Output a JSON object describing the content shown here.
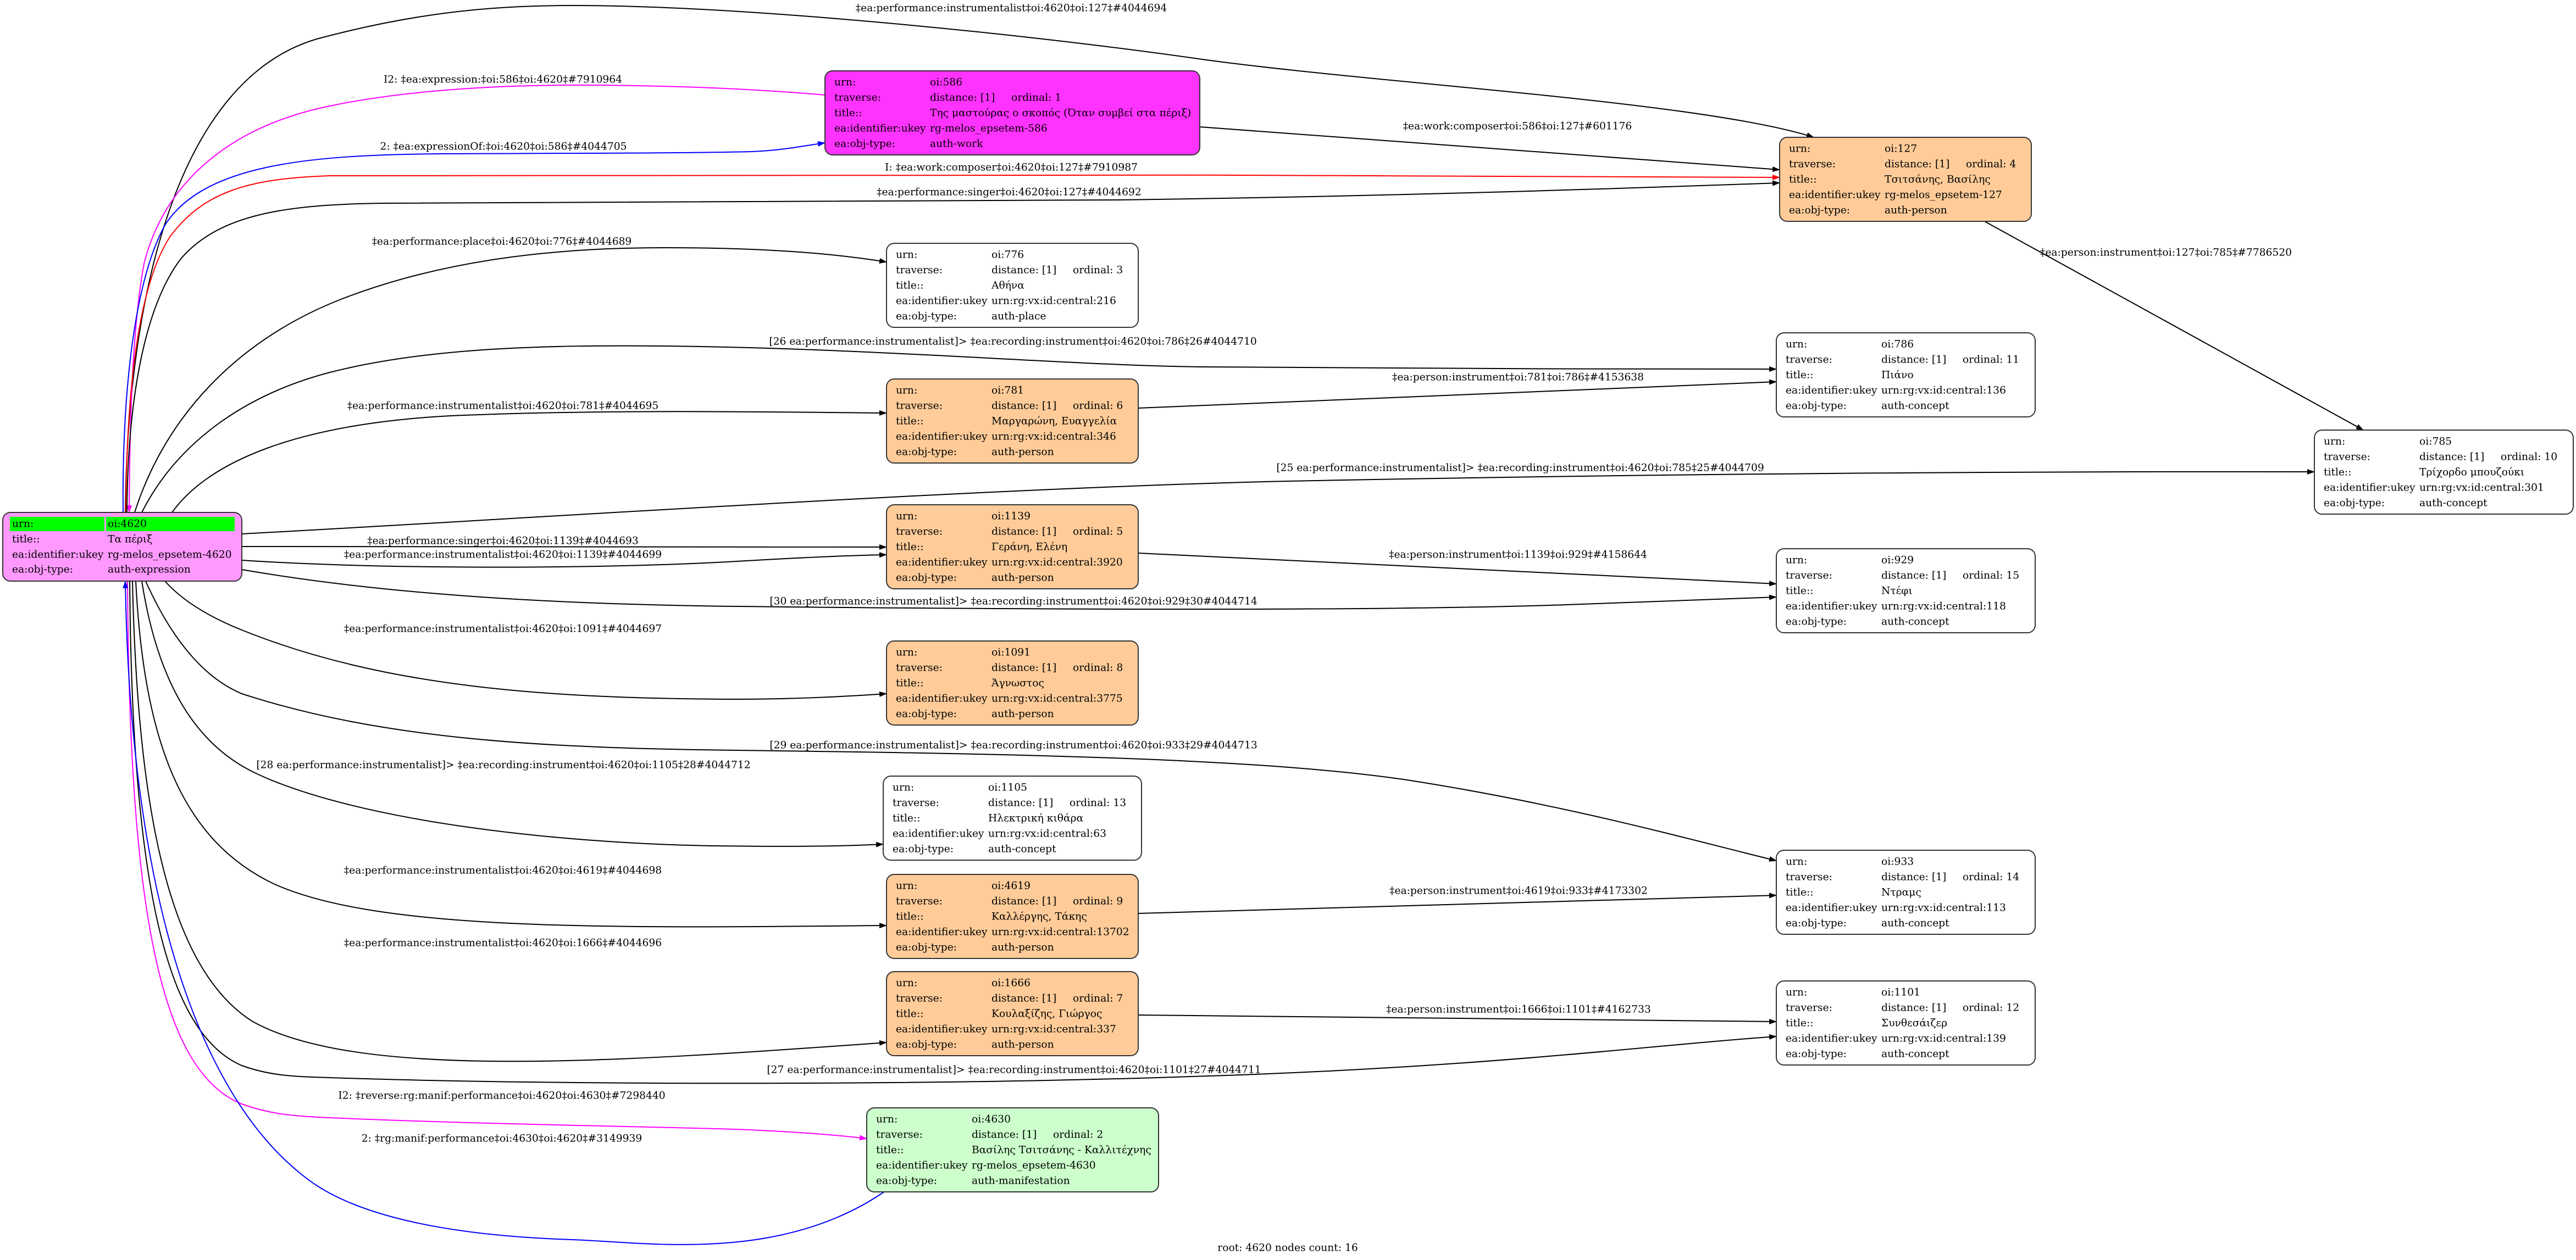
{
  "footer": "root: 4620 nodes count: 16",
  "labels": {
    "urn": "urn:",
    "traverse": "traverse:",
    "title": "title::",
    "ukey": "ea:identifier:ukey",
    "obj_type": "ea:obj-type:"
  },
  "colors": {
    "root_expression": "#ff99ff",
    "root_header_highlight": "#00ff00",
    "work": "#ff33ff",
    "person": "#ffcc99",
    "manifestation": "#ccffcc",
    "concept": "#ffffff",
    "place": "#ffffff",
    "edge_black": "#000000",
    "edge_magenta": "#ff00ff",
    "edge_blue": "#0000ff",
    "edge_red": "#ff0000"
  },
  "nodes": {
    "n4620": {
      "urn": "oi:4620",
      "title": "Τα πέριξ",
      "ukey": "rg-melos_epsetem-4620",
      "obj_type": "auth-expression",
      "fill": "#ff99ff",
      "header_fill": "#00ff00"
    },
    "n586": {
      "urn": "oi:586",
      "distance": "distance: [1]",
      "ordinal": "ordinal: 1",
      "title": "Της μαστούρας ο σκοπός (Όταν συμβεί στα πέριξ)",
      "ukey": "rg-melos_epsetem-586",
      "obj_type": "auth-work",
      "fill": "#ff33ff"
    },
    "n4630": {
      "urn": "oi:4630",
      "distance": "distance: [1]",
      "ordinal": "ordinal: 2",
      "title": "Βασίλης Τσιτσάνης - Καλλιτέχνης",
      "ukey": "rg-melos_epsetem-4630",
      "obj_type": "auth-manifestation",
      "fill": "#ccffcc"
    },
    "n776": {
      "urn": "oi:776",
      "distance": "distance: [1]",
      "ordinal": "ordinal: 3",
      "title": "Αθήνα",
      "ukey": "urn:rg:vx:id:central:216",
      "obj_type": "auth-place",
      "fill": "#ffffff"
    },
    "n127": {
      "urn": "oi:127",
      "distance": "distance: [1]",
      "ordinal": "ordinal: 4",
      "title": "Τσιτσάνης, Βασίλης",
      "ukey": "rg-melos_epsetem-127",
      "obj_type": "auth-person",
      "fill": "#ffcc99"
    },
    "n1139": {
      "urn": "oi:1139",
      "distance": "distance: [1]",
      "ordinal": "ordinal: 5",
      "title": "Γεράνη, Ελένη",
      "ukey": "urn:rg:vx:id:central:3920",
      "obj_type": "auth-person",
      "fill": "#ffcc99"
    },
    "n781": {
      "urn": "oi:781",
      "distance": "distance: [1]",
      "ordinal": "ordinal: 6",
      "title": "Μαργαρώνη, Ευαγγελία",
      "ukey": "urn:rg:vx:id:central:346",
      "obj_type": "auth-person",
      "fill": "#ffcc99"
    },
    "n1666": {
      "urn": "oi:1666",
      "distance": "distance: [1]",
      "ordinal": "ordinal: 7",
      "title": "Κουλαξίζης, Γιώργος",
      "ukey": "urn:rg:vx:id:central:337",
      "obj_type": "auth-person",
      "fill": "#ffcc99"
    },
    "n1091": {
      "urn": "oi:1091",
      "distance": "distance: [1]",
      "ordinal": "ordinal: 8",
      "title": "Άγνωστος",
      "ukey": "urn:rg:vx:id:central:3775",
      "obj_type": "auth-person",
      "fill": "#ffcc99"
    },
    "n4619": {
      "urn": "oi:4619",
      "distance": "distance: [1]",
      "ordinal": "ordinal: 9",
      "title": "Καλλέργης, Τάκης",
      "ukey": "urn:rg:vx:id:central:13702",
      "obj_type": "auth-person",
      "fill": "#ffcc99"
    },
    "n785": {
      "urn": "oi:785",
      "distance": "distance: [1]",
      "ordinal": "ordinal: 10",
      "title": "Τρίχορδο μπουζούκι",
      "ukey": "urn:rg:vx:id:central:301",
      "obj_type": "auth-concept",
      "fill": "#ffffff"
    },
    "n786": {
      "urn": "oi:786",
      "distance": "distance: [1]",
      "ordinal": "ordinal: 11",
      "title": "Πιάνο",
      "ukey": "urn:rg:vx:id:central:136",
      "obj_type": "auth-concept",
      "fill": "#ffffff"
    },
    "n1101": {
      "urn": "oi:1101",
      "distance": "distance: [1]",
      "ordinal": "ordinal: 12",
      "title": "Συνθεσάιζερ",
      "ukey": "urn:rg:vx:id:central:139",
      "obj_type": "auth-concept",
      "fill": "#ffffff"
    },
    "n1105": {
      "urn": "oi:1105",
      "distance": "distance: [1]",
      "ordinal": "ordinal: 13",
      "title": "Ηλεκτρική κιθάρα",
      "ukey": "urn:rg:vx:id:central:63",
      "obj_type": "auth-concept",
      "fill": "#ffffff"
    },
    "n933": {
      "urn": "oi:933",
      "distance": "distance: [1]",
      "ordinal": "ordinal: 14",
      "title": "Ντραμς",
      "ukey": "urn:rg:vx:id:central:113",
      "obj_type": "auth-concept",
      "fill": "#ffffff"
    },
    "n929": {
      "urn": "oi:929",
      "distance": "distance: [1]",
      "ordinal": "ordinal: 15",
      "title": "Ντέφι",
      "ukey": "urn:rg:vx:id:central:118",
      "obj_type": "auth-concept",
      "fill": "#ffffff"
    }
  },
  "edges": {
    "e4044694": {
      "label": "‡ea:performance:instrumentalist‡oi:4620‡oi:127‡#4044694",
      "source": "oi:4620",
      "target": "oi:127",
      "color": "#000000"
    },
    "e7910964": {
      "label": "I2: ‡ea:expression:‡oi:586‡oi:4620‡#7910964",
      "source": "oi:586",
      "target": "oi:4620",
      "color": "#ff00ff"
    },
    "e4044705": {
      "label": "2: ‡ea:expressionOf:‡oi:4620‡oi:586‡#4044705",
      "source": "oi:4620",
      "target": "oi:586",
      "color": "#0000ff"
    },
    "e7910987": {
      "label": "I: ‡ea:work:composer‡oi:4620‡oi:127‡#7910987",
      "source": "oi:4620",
      "target": "oi:127",
      "color": "#ff0000"
    },
    "e601176": {
      "label": "‡ea:work:composer‡oi:586‡oi:127‡#601176",
      "source": "oi:586",
      "target": "oi:127",
      "color": "#000000"
    },
    "e4044692": {
      "label": "‡ea:performance:singer‡oi:4620‡oi:127‡#4044692",
      "source": "oi:4620",
      "target": "oi:127",
      "color": "#000000"
    },
    "e7786520": {
      "label": "‡ea:person:instrument‡oi:127‡oi:785‡#7786520",
      "source": "oi:127",
      "target": "oi:785",
      "color": "#000000"
    },
    "e4044689": {
      "label": "‡ea:performance:place‡oi:4620‡oi:776‡#4044689",
      "source": "oi:4620",
      "target": "oi:776",
      "color": "#000000"
    },
    "e4044710": {
      "label": "[26 ea:performance:instrumentalist]> ‡ea:recording:instrument‡oi:4620‡oi:786‡26#4044710",
      "source": "oi:4620",
      "target": "oi:786",
      "color": "#000000"
    },
    "e4153638": {
      "label": "‡ea:person:instrument‡oi:781‡oi:786‡#4153638",
      "source": "oi:781",
      "target": "oi:786",
      "color": "#000000"
    },
    "e4044695": {
      "label": "‡ea:performance:instrumentalist‡oi:4620‡oi:781‡#4044695",
      "source": "oi:4620",
      "target": "oi:781",
      "color": "#000000"
    },
    "e4044709": {
      "label": "[25 ea:performance:instrumentalist]> ‡ea:recording:instrument‡oi:4620‡oi:785‡25#4044709",
      "source": "oi:4620",
      "target": "oi:785",
      "color": "#000000"
    },
    "e4044693": {
      "label": "‡ea:performance:singer‡oi:4620‡oi:1139‡#4044693",
      "source": "oi:4620",
      "target": "oi:1139",
      "color": "#000000"
    },
    "e4044699": {
      "label": "‡ea:performance:instrumentalist‡oi:4620‡oi:1139‡#4044699",
      "source": "oi:4620",
      "target": "oi:1139",
      "color": "#000000"
    },
    "e4158644": {
      "label": "‡ea:person:instrument‡oi:1139‡oi:929‡#4158644",
      "source": "oi:1139",
      "target": "oi:929",
      "color": "#000000"
    },
    "e4044714": {
      "label": "[30 ea:performance:instrumentalist]> ‡ea:recording:instrument‡oi:4620‡oi:929‡30#4044714",
      "source": "oi:4620",
      "target": "oi:929",
      "color": "#000000"
    },
    "e4044697": {
      "label": "‡ea:performance:instrumentalist‡oi:4620‡oi:1091‡#4044697",
      "source": "oi:4620",
      "target": "oi:1091",
      "color": "#000000"
    },
    "e4044713": {
      "label": "[29 ea:performance:instrumentalist]> ‡ea:recording:instrument‡oi:4620‡oi:933‡29#4044713",
      "source": "oi:4620",
      "target": "oi:933",
      "color": "#000000"
    },
    "e4044712": {
      "label": "[28 ea:performance:instrumentalist]> ‡ea:recording:instrument‡oi:4620‡oi:1105‡28#4044712",
      "source": "oi:4620",
      "target": "oi:1105",
      "color": "#000000"
    },
    "e4044698": {
      "label": "‡ea:performance:instrumentalist‡oi:4620‡oi:4619‡#4044698",
      "source": "oi:4620",
      "target": "oi:4619",
      "color": "#000000"
    },
    "e4173302": {
      "label": "‡ea:person:instrument‡oi:4619‡oi:933‡#4173302",
      "source": "oi:4619",
      "target": "oi:933",
      "color": "#000000"
    },
    "e4044696": {
      "label": "‡ea:performance:instrumentalist‡oi:4620‡oi:1666‡#4044696",
      "source": "oi:4620",
      "target": "oi:1666",
      "color": "#000000"
    },
    "e4162733": {
      "label": "‡ea:person:instrument‡oi:1666‡oi:1101‡#4162733",
      "source": "oi:1666",
      "target": "oi:1101",
      "color": "#000000"
    },
    "e4044711": {
      "label": "[27 ea:performance:instrumentalist]> ‡ea:recording:instrument‡oi:4620‡oi:1101‡27#4044711",
      "source": "oi:4620",
      "target": "oi:1101",
      "color": "#000000"
    },
    "e7298440": {
      "label": "I2: ‡reverse:rg:manif:performance‡oi:4620‡oi:4630‡#7298440",
      "source": "oi:4620",
      "target": "oi:4630",
      "color": "#ff00ff"
    },
    "e3149939": {
      "label": "2: ‡rg:manif:performance‡oi:4630‡oi:4620‡#3149939",
      "source": "oi:4630",
      "target": "oi:4620",
      "color": "#0000ff"
    }
  }
}
